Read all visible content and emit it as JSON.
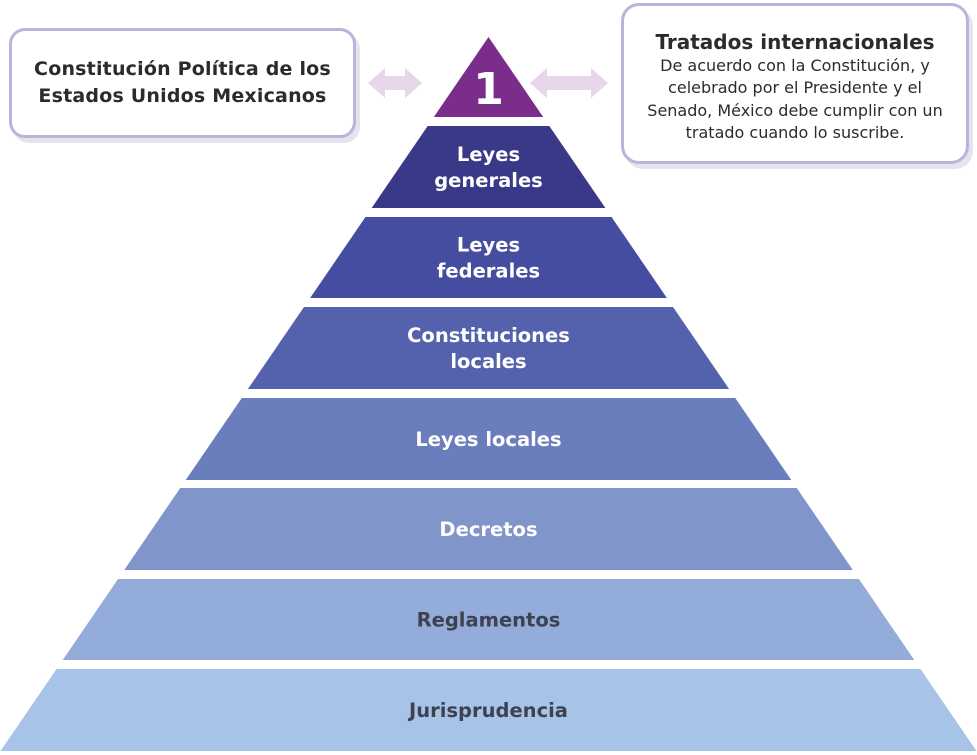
{
  "top_number": "1",
  "left_box": {
    "title": "Constitución Política de los Estados Unidos Mexicanos"
  },
  "right_box": {
    "title": "Tratados internacionales",
    "description": "De acuerdo con la Constitución, y celebrado por el Presidente y el Senado, México debe cumplir con un tratado cuando lo suscribe."
  },
  "levels": [
    {
      "lines": [
        "Leyes",
        "generales"
      ],
      "fill": "#3a3888",
      "text_color": "#ffffff"
    },
    {
      "lines": [
        "Leyes",
        "federales"
      ],
      "fill": "#444d9f",
      "text_color": "#ffffff"
    },
    {
      "lines": [
        "Constituciones",
        "locales"
      ],
      "fill": "#5462ae",
      "text_color": "#ffffff"
    },
    {
      "lines": [
        "Leyes locales"
      ],
      "fill": "#6a7dbc",
      "text_color": "#ffffff"
    },
    {
      "lines": [
        "Decretos"
      ],
      "fill": "#8096cb",
      "text_color": "#ffffff"
    },
    {
      "lines": [
        "Reglamentos"
      ],
      "fill": "#93acda",
      "text_color": "#3e4150"
    },
    {
      "lines": [
        "Jurisprudencia"
      ],
      "fill": "#a7c3e8",
      "text_color": "#3e4150"
    }
  ],
  "colors": {
    "apex": "#7b2d8b",
    "arrow": "#e7d5ea",
    "box_border": "#b8b5da"
  }
}
